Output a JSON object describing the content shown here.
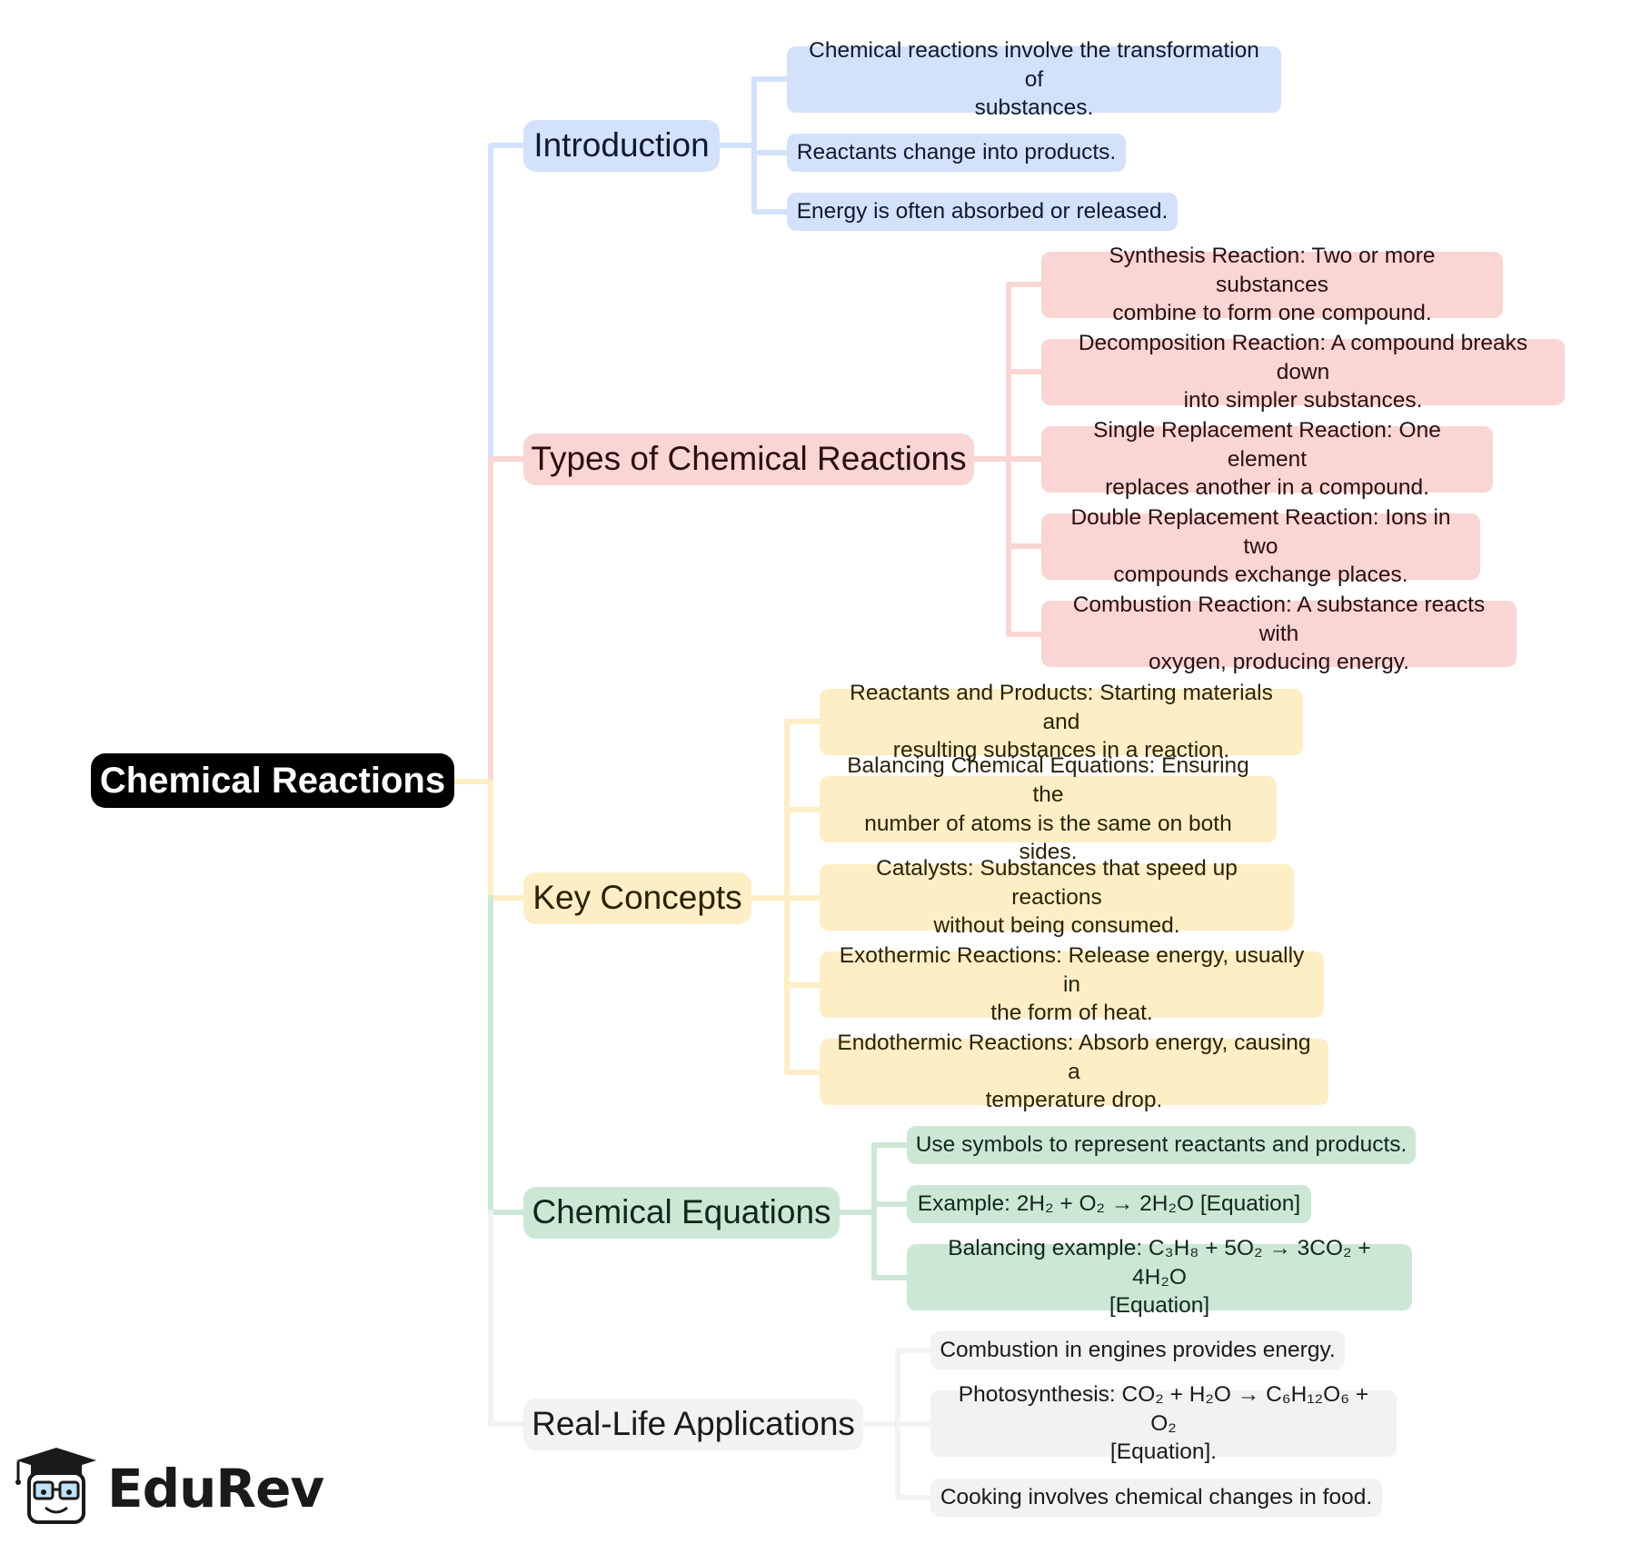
{
  "colors": {
    "root": "#000000",
    "introduction": "#d3e1fb",
    "types": "#f9d5d4",
    "key_concepts": "#fdeec6",
    "equations": "#cde7d6",
    "applications": "#f1f2f3"
  },
  "root": {
    "label": "Chemical Reactions"
  },
  "branches": [
    {
      "label": "Introduction",
      "leaves": [
        "Chemical reactions involve the transformation of\nsubstances.",
        "Reactants change into products.",
        "Energy is often absorbed or released."
      ]
    },
    {
      "label": "Types of Chemical Reactions",
      "leaves": [
        "Synthesis Reaction: Two or more substances\ncombine to form one compound.",
        "Decomposition Reaction: A compound breaks down\ninto simpler substances.",
        "Single Replacement Reaction: One element\nreplaces another in a compound.",
        "Double Replacement Reaction: Ions in two\ncompounds exchange places.",
        "Combustion Reaction: A substance reacts with\noxygen, producing energy."
      ]
    },
    {
      "label": "Key Concepts",
      "leaves": [
        "Reactants and Products: Starting materials and\nresulting substances in a reaction.",
        "Balancing Chemical Equations: Ensuring the\nnumber of atoms is the same on both sides.",
        "Catalysts: Substances that speed up reactions\nwithout being consumed.",
        "Exothermic Reactions: Release energy, usually in\nthe form of heat.",
        "Endothermic Reactions: Absorb energy, causing a\ntemperature drop."
      ]
    },
    {
      "label": "Chemical Equations",
      "leaves": [
        "Use symbols to represent reactants and products.",
        "Example: 2H₂ + O₂ → 2H₂O [Equation]",
        "Balancing example: C₃H₈ + 5O₂ → 3CO₂ + 4H₂O\n[Equation]"
      ]
    },
    {
      "label": "Real-Life Applications",
      "leaves": [
        "Combustion in engines provides energy.",
        "Photosynthesis: CO₂ + H₂O → C₆H₁₂O₆ + O₂\n[Equation].",
        "Cooking involves chemical changes in food."
      ]
    }
  ],
  "logo": {
    "text": "EduRev",
    "icon": "graduation-cap-mascot-icon"
  }
}
